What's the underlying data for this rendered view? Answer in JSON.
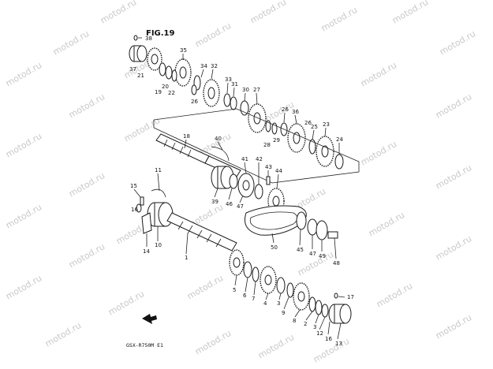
{
  "figure": {
    "title": "FIG.19"
  },
  "footer": {
    "model": "GSX-R750M E1"
  },
  "watermark": {
    "text": "motod.ru"
  },
  "callouts": {
    "c1": "1",
    "c2": "2",
    "c3": "3",
    "c4": "4",
    "c5": "5",
    "c6": "6",
    "c7": "7",
    "c8": "8",
    "c9": "9",
    "c10": "10",
    "c11": "11",
    "c12": "12",
    "c13": "13",
    "c14": "14",
    "c15": "15",
    "c16": "16",
    "c17": "17",
    "c18": "18",
    "c19": "19",
    "c20": "20",
    "c21": "21",
    "c22": "22",
    "c23": "23",
    "c24": "24",
    "c25": "25",
    "c26": "26",
    "c27": "27",
    "c28": "28",
    "c29": "29",
    "c30": "30",
    "c31": "31",
    "c32": "32",
    "c33": "33",
    "c34": "34",
    "c35": "35",
    "c36": "36",
    "c37": "37",
    "c38": "38",
    "c39": "39",
    "c40": "40",
    "c41": "41",
    "c42": "42",
    "c43": "43",
    "c44": "44",
    "c45": "45",
    "c46": "46",
    "c47": "47",
    "c48": "48",
    "c49": "49",
    "c50": "50"
  }
}
